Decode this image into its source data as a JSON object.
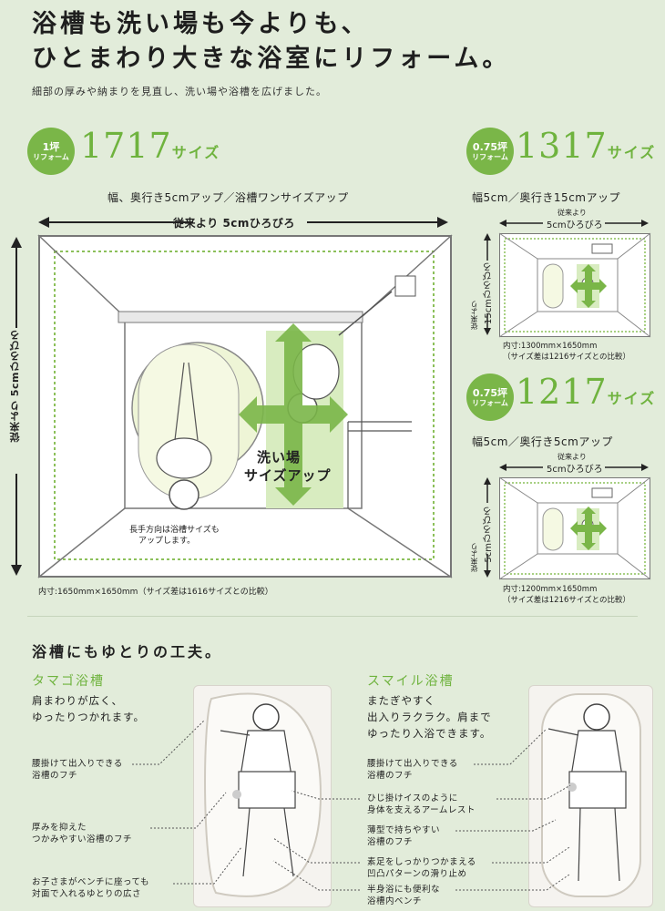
{
  "header": {
    "line1": "浴槽も洗い場も今よりも、",
    "line2": "ひとまわり大きな浴室にリフォーム。",
    "subtitle": "細部の厚みや納まりを見直し、洗い場や浴槽を広げました。"
  },
  "plan_1717": {
    "badge_l1": "1坪",
    "badge_l2": "リフォーム",
    "size_number": "1717",
    "size_suffix": "サイズ",
    "spec": "幅、奥行き5cmアップ／浴槽ワンサイズアップ",
    "width_label": "従来より 5cmひろびろ",
    "depth_label": "従来より 5cmひろびろ",
    "center_label_1": "洗い場",
    "center_label_2": "サイズアップ",
    "tub_note_1": "長手方向は浴槽サイズも",
    "tub_note_2": "アップします。",
    "dims": "内寸:1650mm×1650mm（サイズ差は1616サイズとの比較）"
  },
  "plan_1317": {
    "badge_l1": "0.75坪",
    "badge_l2": "リフォーム",
    "size_number": "1317",
    "size_suffix": "サイズ",
    "spec": "幅5cm／奥行き15cmアップ",
    "width_label_1": "従来より",
    "width_label_2": "5cmひろびろ",
    "depth_label_1": "従来より",
    "depth_label_2": "15cmひろびろ",
    "dims_1": "内寸:1300mm×1650mm",
    "dims_2": "（サイズ差は1216サイズとの比較）"
  },
  "plan_1217": {
    "badge_l1": "0.75坪",
    "badge_l2": "リフォーム",
    "size_number": "1217",
    "size_suffix": "サイズ",
    "spec": "幅5cm／奥行き5cmアップ",
    "width_label_1": "従来より",
    "width_label_2": "5cmひろびろ",
    "depth_label_1": "従来より",
    "depth_label_2": "5cmひろびろ",
    "dims_1": "内寸:1200mm×1650mm",
    "dims_2": "（サイズ差は1216サイズとの比較）"
  },
  "tubs": {
    "section_title": "浴槽にもゆとりの工夫。",
    "tamago": {
      "title": "タマゴ浴槽",
      "desc_1": "肩まわりが広く、",
      "desc_2": "ゆったりつかれます。",
      "c1_1": "腰掛けて出入りできる",
      "c1_2": "浴槽のフチ",
      "c2_1": "厚みを抑えた",
      "c2_2": "つかみやすい浴槽のフチ",
      "c3_1": "お子さまがベンチに座っても",
      "c3_2": "対面で入れるゆとりの広さ"
    },
    "smile": {
      "title": "スマイル浴槽",
      "desc_1": "またぎやすく",
      "desc_2": "出入りラクラク。肩まで",
      "desc_3": "ゆったり入浴できます。",
      "c1_1": "腰掛けて出入りできる",
      "c1_2": "浴槽のフチ",
      "c2_1": "ひじ掛けイスのように",
      "c2_2": "身体を支えるアームレスト",
      "c3_1": "薄型で持ちやすい",
      "c3_2": "浴槽のフチ",
      "c4_1": "素足をしっかりつかまえる",
      "c4_2": "凹凸パターンの滑り止め",
      "c5_1": "半身浴にも便利な",
      "c5_2": "浴槽内ベンチ"
    }
  },
  "colors": {
    "bg": "#e2ecda",
    "accent": "#6fb33e",
    "arrow": "#7ab648"
  }
}
